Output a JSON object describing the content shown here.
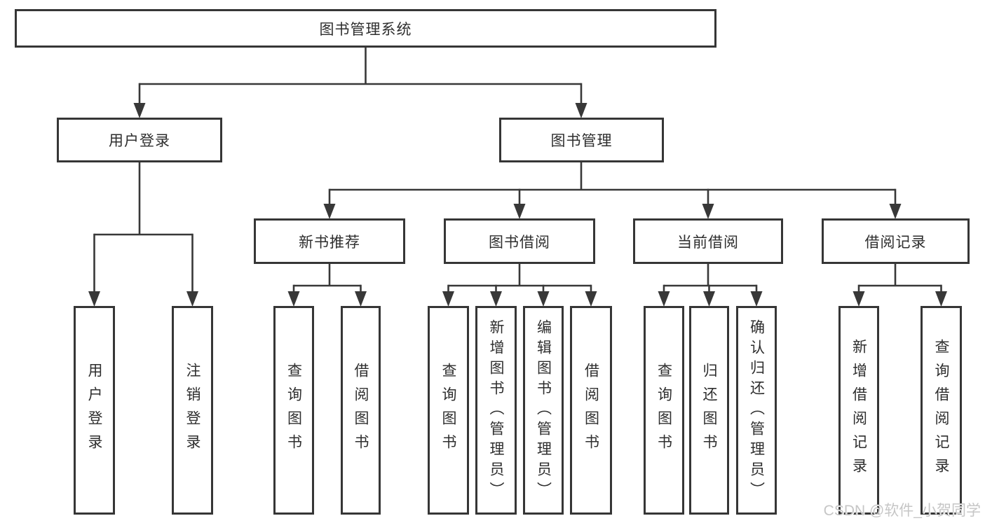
{
  "diagram": {
    "root": {
      "label": "图书管理系统"
    },
    "level2": {
      "user_login": {
        "label": "用户登录"
      },
      "book_mgmt": {
        "label": "图书管理"
      }
    },
    "level3": {
      "new_books": {
        "label": "新书推荐"
      },
      "book_borrow": {
        "label": "图书借阅"
      },
      "current_borrow": {
        "label": "当前借阅"
      },
      "borrow_records": {
        "label": "借阅记录"
      }
    },
    "leaves": {
      "user_login": [
        "用户登录",
        "注销登录"
      ],
      "new_books": [
        "查询图书",
        "借阅图书"
      ],
      "book_borrow": [
        "查询图书",
        "新增图书（管理员）",
        "编辑图书（管理员）",
        "借阅图书"
      ],
      "current_borrow": [
        "查询图书",
        "归还图书",
        "确认归还（管理员）"
      ],
      "borrow_records": [
        "新增借阅记录",
        "查询借阅记录"
      ]
    }
  },
  "watermark": "CSDN @软件_小贺同学",
  "colors": {
    "box_border": "#363636",
    "connector": "#383838",
    "text": "#2e2e2e",
    "watermark_text": "#c6c6c6",
    "background": "#ffffff"
  }
}
